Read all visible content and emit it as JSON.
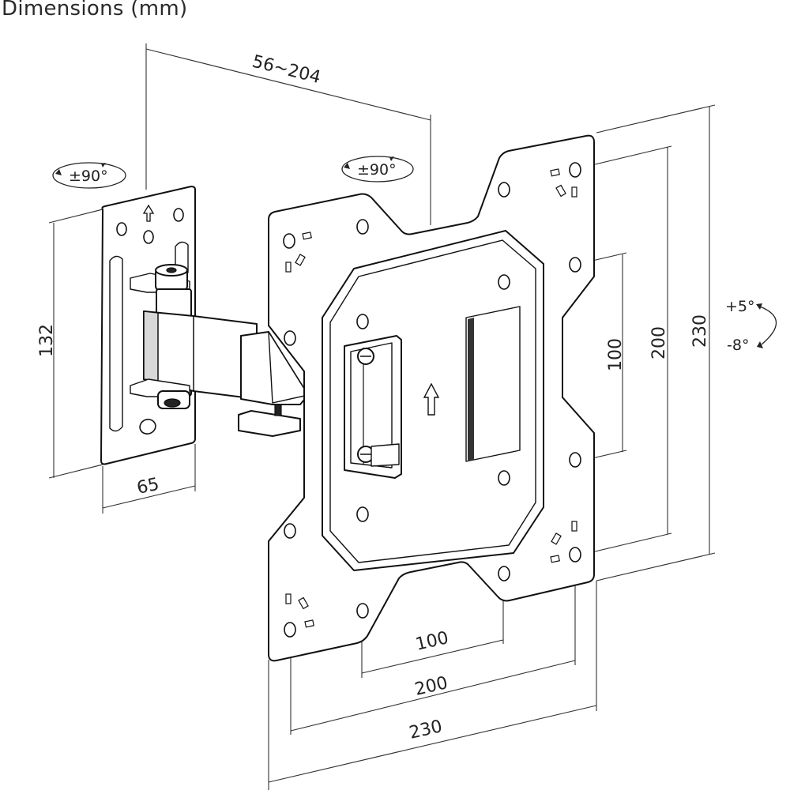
{
  "title": "Dimensions (mm)",
  "dimensions": {
    "arm_extension": "56~204",
    "wall_plate_height": "132",
    "wall_plate_width": "65",
    "vesa_inner_vertical": "100",
    "vesa_mid_vertical": "200",
    "vesa_outer_vertical": "230",
    "vesa_inner_horizontal": "100",
    "vesa_mid_horizontal": "200",
    "vesa_outer_horizontal": "230"
  },
  "rotation": {
    "wall_swivel": "±90°",
    "tv_swivel": "±90°",
    "tilt_up": "+5°",
    "tilt_down": "-8°"
  },
  "colors": {
    "line": "#111111",
    "dimension_line": "#333333",
    "background": "#ffffff"
  },
  "icons": [
    "swivel-arrow-icon",
    "tilt-arrow-icon",
    "up-arrow-icon"
  ]
}
